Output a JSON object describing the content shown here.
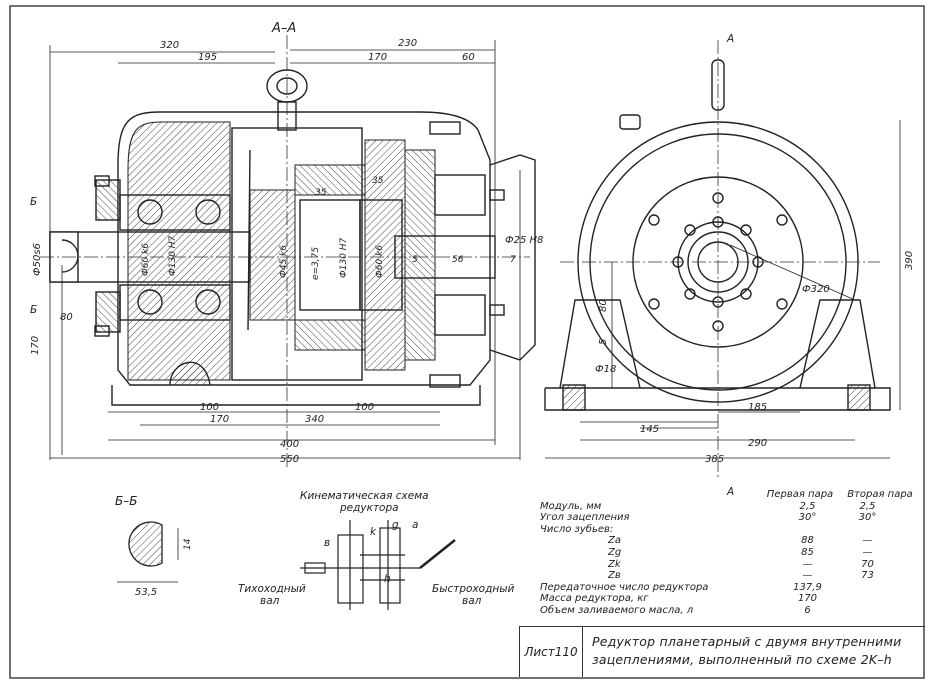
{
  "section_aa": "A–A",
  "section_bb": "Б–Б",
  "view_arrow": "A",
  "cut_mark": "Б",
  "top_dims": [
    "320",
    "195",
    "170",
    "230",
    "60"
  ],
  "bottom_dims": [
    "100",
    "170",
    "340",
    "100",
    "400",
    "550"
  ],
  "left_dims": [
    "Ф50s6",
    "80",
    "170"
  ],
  "shaft_dims": [
    "Ф60 k6",
    "Ф130 H7",
    "Ф45 k6",
    "Ф130 H7",
    "Ф60 k6",
    "e=3,75",
    "35",
    "35",
    "56",
    "5",
    "7",
    "Ф25 H8"
  ],
  "right_view_dims": [
    "Ф320",
    "390",
    "80",
    "5",
    "Ф18",
    "185",
    "145",
    "290",
    "385"
  ],
  "bb_dims": [
    "14",
    "53,5"
  ],
  "kinematic": {
    "title_line1": "Кинематическая схема",
    "title_line2": "редуктора",
    "letters": [
      "в",
      "k",
      "g",
      "a",
      "h"
    ],
    "slow_shaft": [
      "Тихоходный",
      "вал"
    ],
    "fast_shaft": [
      "Быстроходный",
      "вал"
    ]
  },
  "spec": {
    "col1": "Первая пара",
    "col2": "Вторая пара",
    "rows": [
      {
        "name": "Модуль, мм",
        "v1": "2,5",
        "v2": "2,5"
      },
      {
        "name": "Угол зацепления",
        "v1": "30°",
        "v2": "30°"
      },
      {
        "name": "Число зубьев:",
        "v1": "",
        "v2": ""
      },
      {
        "name": "Za",
        "v1": "88",
        "v2": "—",
        "sub": true
      },
      {
        "name": "Zg",
        "v1": "85",
        "v2": "—",
        "sub": true
      },
      {
        "name": "Zk",
        "v1": "—",
        "v2": "70",
        "sub": true
      },
      {
        "name": "Zв",
        "v1": "—",
        "v2": "73",
        "sub": true
      },
      {
        "name": "Передаточное число редуктора",
        "v1": "137,9",
        "v2": ""
      },
      {
        "name": "Масса редуктора, кг",
        "v1": "170",
        "v2": ""
      },
      {
        "name": "Объем заливаемого масла, л",
        "v1": "6",
        "v2": ""
      }
    ]
  },
  "title_block": {
    "sheet": "Лист110",
    "line1": "Редуктор планетарный с двумя внутренними",
    "line2": "зацеплениями, выполненный по схеме 2K–h"
  }
}
